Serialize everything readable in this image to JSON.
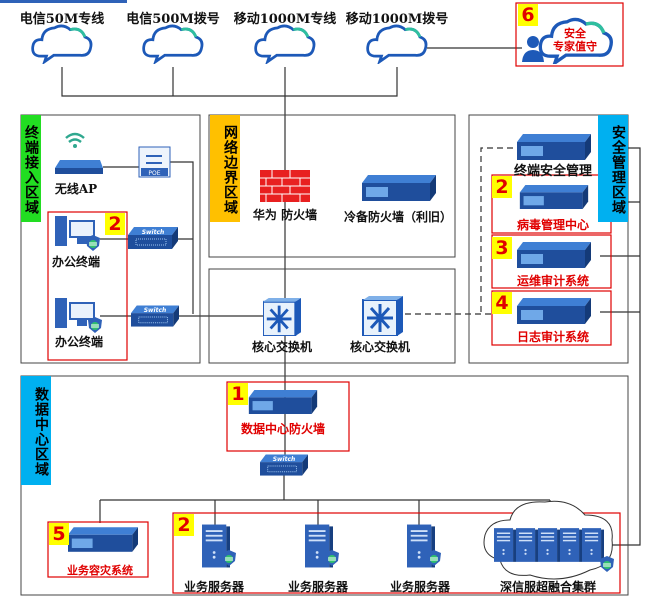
{
  "internet": [
    {
      "label": "电信50M专线"
    },
    {
      "label": "电信500M拨号"
    },
    {
      "label": "移动1000M专线"
    },
    {
      "label": "移动1000M拨号"
    }
  ],
  "expert": {
    "number": "6",
    "line1": "安全",
    "line2": "专家值守"
  },
  "zones": {
    "terminal": {
      "label": "终端接入区域",
      "color": "#22dd22"
    },
    "border": {
      "label": "网络边界区域",
      "color": "#ffc000"
    },
    "security": {
      "label": "安全管理区域",
      "color": "#00b0f0"
    },
    "datacenter": {
      "label": "数据中心区域",
      "color": "#00b0f0"
    }
  },
  "terminal": {
    "ap": "无线AP",
    "poe": "POE",
    "switch": "Switch",
    "group_number": "2",
    "pc1": "办公终端",
    "pc2": "办公终端"
  },
  "border": {
    "huawei_fw": "华为 防火墙",
    "backup_fw": "冷备防火墙（利旧）"
  },
  "core": {
    "switch1": "核心交换机",
    "switch2": "核心交换机"
  },
  "security": {
    "endpoint": "终端安全管理",
    "items": [
      {
        "number": "2",
        "label": "病毒管理中心"
      },
      {
        "number": "3",
        "label": "运维审计系统"
      },
      {
        "number": "4",
        "label": "日志审计系统"
      }
    ]
  },
  "datacenter": {
    "firewall": {
      "number": "1",
      "label": "数据中心防火墙"
    },
    "switch": "Switch",
    "dr": {
      "number": "5",
      "label": "业务容灾系统"
    },
    "servers_number": "2",
    "servers": [
      "业务服务器",
      "业务服务器",
      "业务服务器"
    ],
    "cluster": "深信服超融合集群"
  },
  "colors": {
    "highlight_border": "#e00000",
    "badge_bg": "#ffff00",
    "device_blue": "#1f4e9c"
  }
}
